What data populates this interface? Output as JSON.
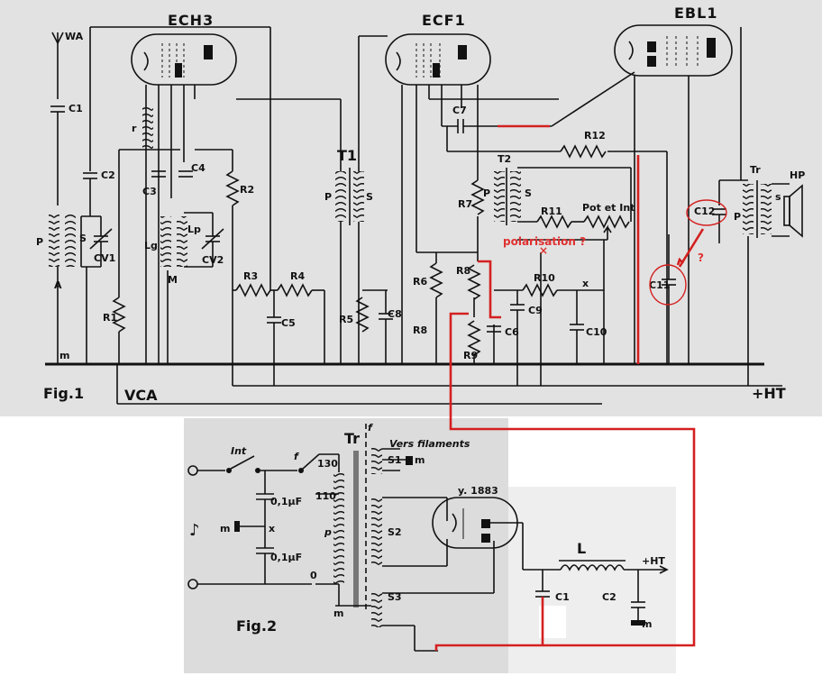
{
  "fig1": {
    "caption": "Fig.1",
    "tubes": {
      "ech3": "ECH3",
      "ecf1": "ECF1",
      "ebl1": "EBL1"
    },
    "labels": {
      "antenna": "WA",
      "c1": "C1",
      "c2": "C2",
      "c3": "C3",
      "c4": "C4",
      "c5": "C5",
      "c6": "C6",
      "c7": "C7",
      "c8": "C8",
      "c9": "C9",
      "c10": "C10",
      "c11": "C11",
      "c12": "C12",
      "cv1": "CV1",
      "cv2": "CV2",
      "r1": "R1",
      "r2": "R2",
      "r3": "R3",
      "r4": "R4",
      "r5": "R5",
      "r6": "R6",
      "r7": "R7",
      "r8": "R8",
      "r9": "R9",
      "r10": "R10",
      "r11": "R11",
      "r12": "R12",
      "r_small": "r",
      "p_left": "P",
      "s_left": "S",
      "a_left": "A",
      "m_left": "m",
      "lg": "Lg",
      "lp": "Lp",
      "m_mid": "M",
      "t1": "T1",
      "t1_p": "P",
      "t1_s": "S",
      "t2": "T2",
      "t2_p": "P",
      "t2_s": "S",
      "pot": "Pot et Int",
      "x_mark": "x",
      "tr": "Tr",
      "tr_p": "P",
      "tr_s": "s",
      "hp": "HP",
      "vca": "VCA",
      "ht": "+HT"
    },
    "annotation": {
      "polarisation": "polarisation ?",
      "question": "?",
      "cross": "×"
    }
  },
  "fig2": {
    "caption": "Fig.2",
    "labels": {
      "int": "Int",
      "f": "f",
      "tap_130": "130",
      "tap_110": "110",
      "tr": "Tr",
      "f_small": "f",
      "cap1": "0,1µF",
      "cap2": "0,1µF",
      "x": "x",
      "m": "m",
      "p": "p",
      "zero": "0",
      "vers_filaments": "Vers filaments",
      "s1": "S1",
      "s2": "S2",
      "s3": "S3",
      "m_s1": "m",
      "rect": "y. 1883",
      "choke": "L",
      "out": "+HT",
      "c1": "C1",
      "c2": "C2",
      "m_gnd": "m",
      "m_bottom": "m"
    }
  },
  "colors": {
    "ink": "#111111",
    "paper": "#ffffff",
    "panel": "#e2e2e2",
    "panel_light": "#eeeeee",
    "annotation_red": "#d42020"
  }
}
